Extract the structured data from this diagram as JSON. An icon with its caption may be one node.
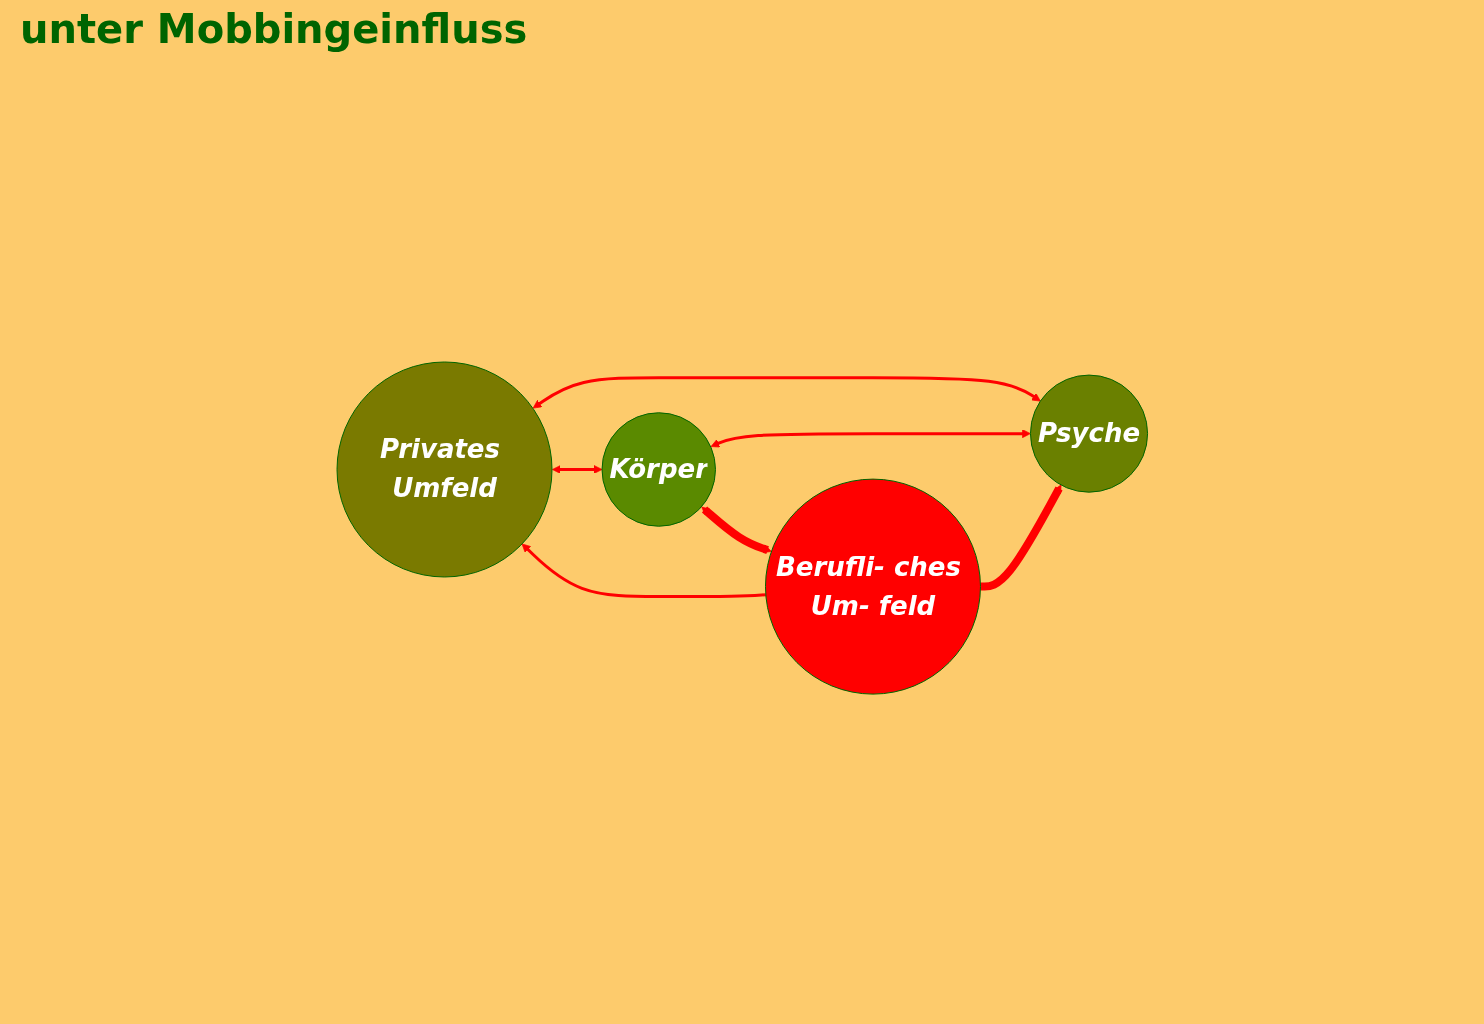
{
  "diagram": {
    "title": "unter Mobbingeinfluss",
    "nodes": [
      {
        "text": [
          "Privates Umfeld"
        ]
      },
      {
        "text": [
          "Körper"
        ]
      },
      {
        "text": [
          "Psyche"
        ]
      },
      {
        "text": [
          "Berufli- ches Um- feld"
        ]
      }
    ],
    "edges": [
      {
        "from": 0,
        "to": 1,
        "arrow": "both"
      },
      {
        "from": 3,
        "to": 0,
        "arrow": "to"
      },
      {
        "from": 0,
        "to": 2,
        "arrow": "both"
      },
      {
        "from": 1,
        "to": 2,
        "arrow": "both"
      },
      {
        "from": 1,
        "to": 3,
        "arrow": "both",
        "style": "thick"
      },
      {
        "from": 3,
        "to": 2,
        "arrow": "to",
        "style": "thick"
      }
    ]
  }
}
